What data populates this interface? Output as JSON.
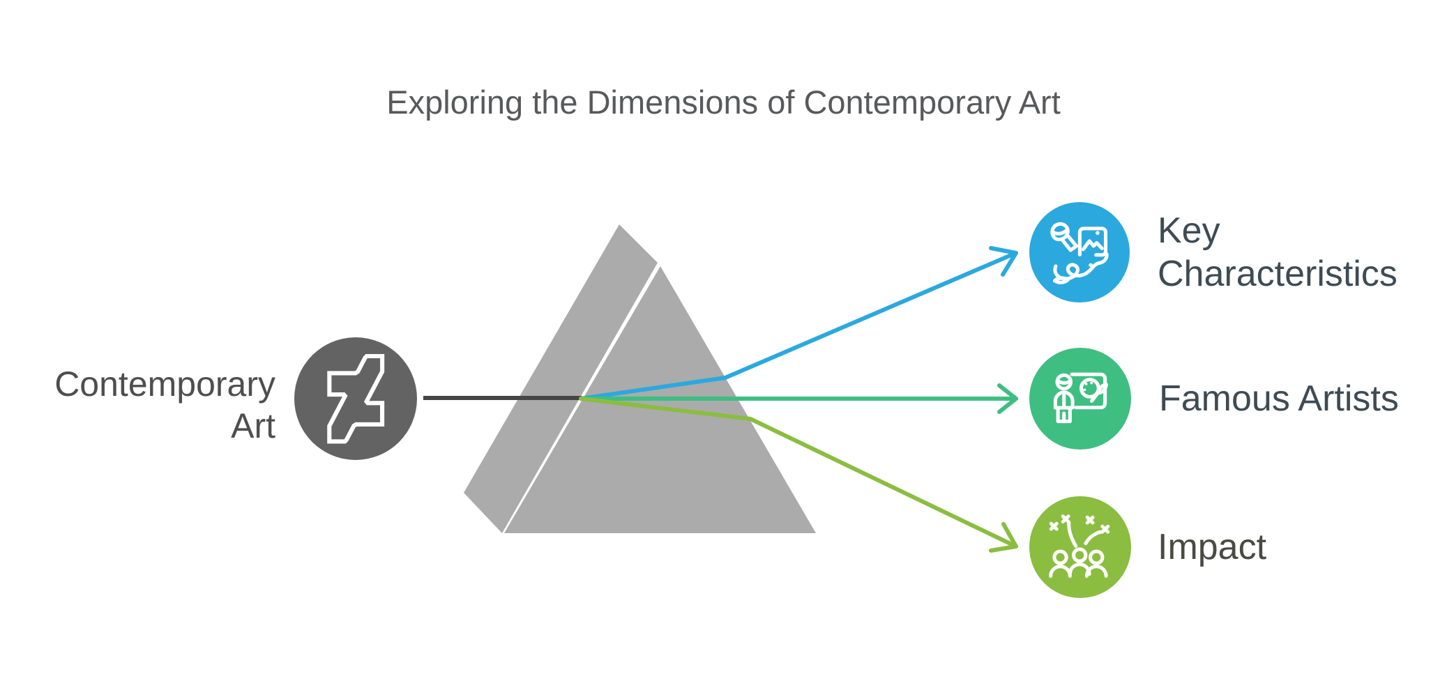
{
  "title": {
    "text": "Exploring the Dimensions of Contemporary Art",
    "color": "#58595B"
  },
  "source": {
    "label_line1": "Contemporary",
    "label_line2": "Art",
    "label_color": "#4E4E4E",
    "node_color": "#636363",
    "logo": "deviantart-icon",
    "connector_color": "#454545"
  },
  "prism": {
    "color": "#ABABAB",
    "slit_color": "#ffffff"
  },
  "branches": [
    {
      "id": "key-characteristics",
      "label_line1": "Key",
      "label_line2": "Characteristics",
      "color": "#2BA9DE",
      "label_color": "#3E4B53",
      "icon": "painting-frame-and-brush-icon"
    },
    {
      "id": "famous-artists",
      "label": "Famous Artists",
      "color": "#3FBE82",
      "label_color": "#3E4B53",
      "icon": "artist-presenting-palette-icon"
    },
    {
      "id": "impact",
      "label": "Impact",
      "color": "#8BBD40",
      "label_color": "#4A4A42",
      "icon": "people-celebrating-fireworks-icon"
    }
  ]
}
